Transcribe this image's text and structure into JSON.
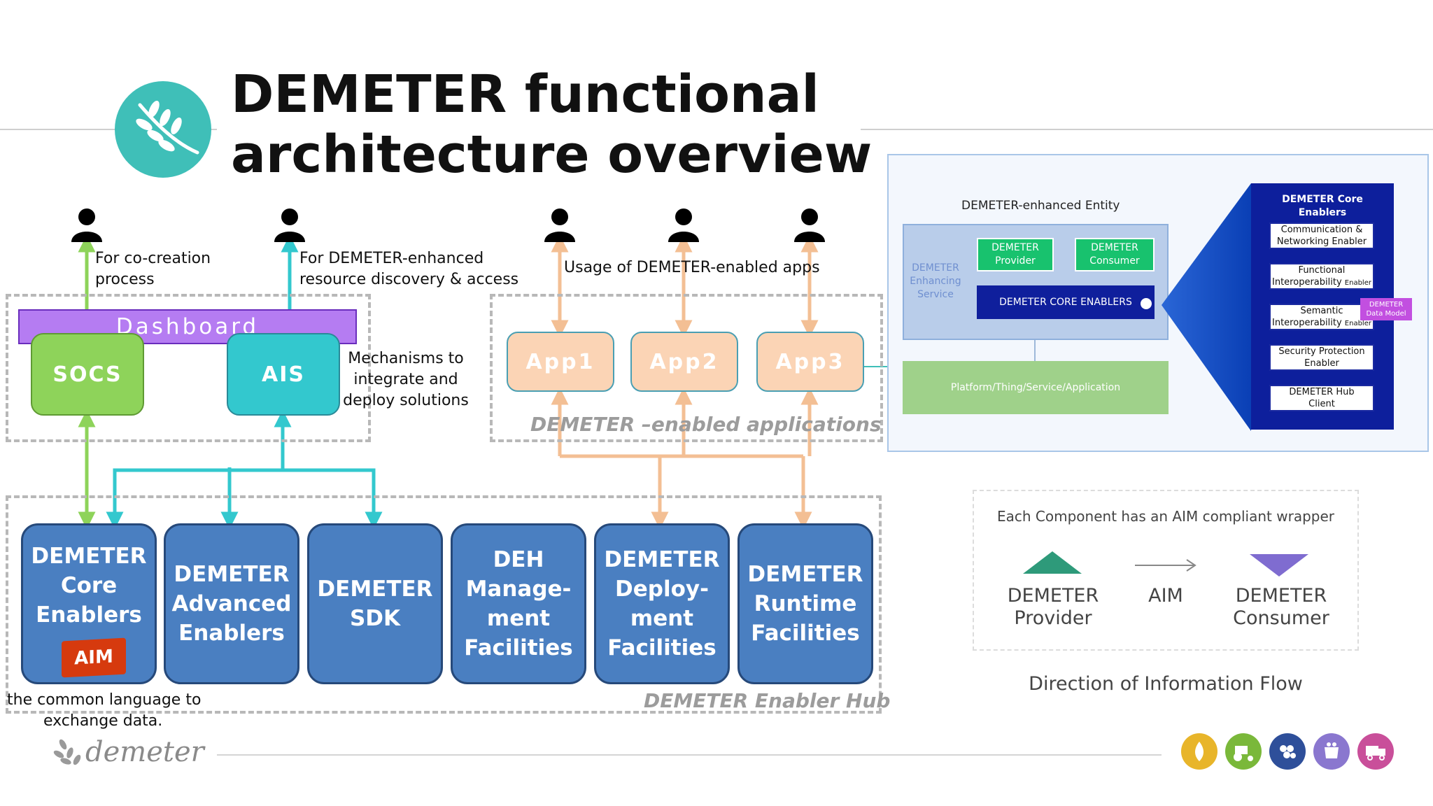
{
  "slide": {
    "title_line1": "DEMETER functional",
    "title_line2": "architecture overview"
  },
  "left_diagram": {
    "label_cocreation_l1": "For co-creation",
    "label_cocreation_l2": "process",
    "label_resource_l1": "For DEMETER-enhanced",
    "label_resource_l2": "resource discovery & access",
    "label_usage": "Usage of DEMETER-enabled apps",
    "dashboard": "Dashboard",
    "socs": "SOCS",
    "ais": "AIS",
    "mechanisms_l1": "Mechanisms to",
    "mechanisms_l2": "integrate and",
    "mechanisms_l3": "deploy solutions",
    "apps": [
      "App1",
      "App2",
      "App3"
    ],
    "apps_caption": "DEMETER –enabled applications",
    "hub_caption": "DEMETER Enabler Hub",
    "aim_badge": "AIM",
    "common_lang_l1": "the common language to",
    "common_lang_l2": "exchange data.",
    "components": [
      {
        "l1": "DEMETER",
        "l2": "Core",
        "l3": "Enablers"
      },
      {
        "l1": "DEMETER",
        "l2": "Advanced",
        "l3": "Enablers"
      },
      {
        "l1": "DEMETER",
        "l2": "SDK",
        "l3": ""
      },
      {
        "l1": "DEH",
        "l2": "Manage-",
        "l3": "ment",
        "l4": "Facilities"
      },
      {
        "l1": "DEMETER",
        "l2": "Deploy-",
        "l3": "ment",
        "l4": "Facilities"
      },
      {
        "l1": "DEMETER",
        "l2": "Runtime",
        "l3": "Facilities"
      }
    ]
  },
  "right_diagram": {
    "entity_title": "DEMETER-enhanced Entity",
    "enhancing_l1": "DEMETER",
    "enhancing_l2": "Enhancing",
    "enhancing_l3": "Service",
    "provider_l1": "DEMETER",
    "provider_l2": "Provider",
    "consumer_l1": "DEMETER",
    "consumer_l2": "Consumer",
    "core_bar": "DEMETER CORE ENABLERS",
    "platform_bar": "Platform/Thing/Service/Application",
    "core_panel_l1": "DEMETER Core",
    "core_panel_l2": "Enablers",
    "core_items": [
      {
        "l1": "Communication &",
        "l2": "Networking Enabler",
        "small": ""
      },
      {
        "l1": "Functional",
        "l2": "Interoperability",
        "small": "Enabler"
      },
      {
        "l1": "Semantic",
        "l2": "Interoperability",
        "small": "Enabler"
      },
      {
        "l1": "Security Protection",
        "l2": "Enabler",
        "small": ""
      },
      {
        "l1": "DEMETER Hub",
        "l2": "Client",
        "small": ""
      }
    ],
    "datamodel_l1": "DEMETER",
    "datamodel_l2": "Data Model"
  },
  "legend": {
    "header": "Each Component has an AIM compliant wrapper",
    "provider_l1": "DEMETER",
    "provider_l2": "Provider",
    "aim": "AIM",
    "consumer_l1": "DEMETER",
    "consumer_l2": "Consumer",
    "caption": "Direction of Information Flow"
  },
  "footer": {
    "brand": "demeter",
    "icons": [
      {
        "name": "crop-icon",
        "color": "#e8b52a"
      },
      {
        "name": "tractor-icon",
        "color": "#7ab83a"
      },
      {
        "name": "fruit-icon",
        "color": "#2e4f9a"
      },
      {
        "name": "livestock-icon",
        "color": "#8a77cf"
      },
      {
        "name": "truck-icon",
        "color": "#c94f9a"
      }
    ]
  },
  "colors": {
    "teal": "#3fbfb8",
    "dashboard": "#b57cf2",
    "socs": "#8ed35a",
    "ais": "#33c8ce",
    "component_blue": "#4a7fc1",
    "app_peach": "#fbd4b5",
    "navy": "#1b2aa0"
  }
}
